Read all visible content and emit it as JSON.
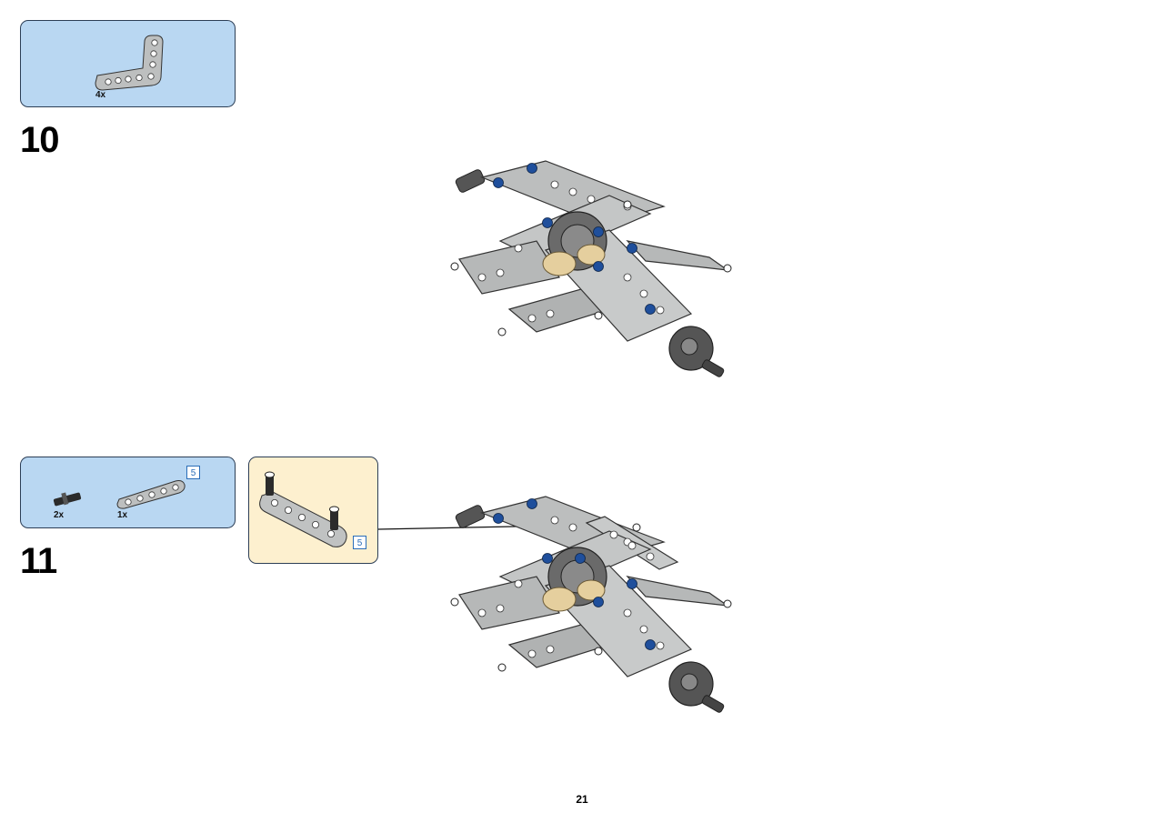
{
  "page": {
    "number": "21"
  },
  "steps": [
    {
      "number": "10",
      "parts": [
        {
          "name": "L-beam",
          "icon": "l-beam-part-icon",
          "qty": "4x",
          "color": "#a9abab"
        }
      ]
    },
    {
      "number": "11",
      "parts": [
        {
          "name": "connector pin",
          "icon": "pin-part-icon",
          "qty": "2x",
          "color": "#2b2b2b"
        },
        {
          "name": "straight beam",
          "icon": "beam-part-icon",
          "qty": "1x",
          "color": "#a9abab",
          "length": "5"
        }
      ],
      "subassembly": {
        "length": "5"
      }
    }
  ],
  "colors": {
    "parts_panel": "#b9d7f2",
    "subassembly_panel": "#fdf0cf",
    "panel_border": "#2c3e56",
    "beam_gray": "#a9abab",
    "pin_blue": "#1f4f9c",
    "gear_dark": "#555555",
    "tan_gear": "#e5cf9e"
  }
}
